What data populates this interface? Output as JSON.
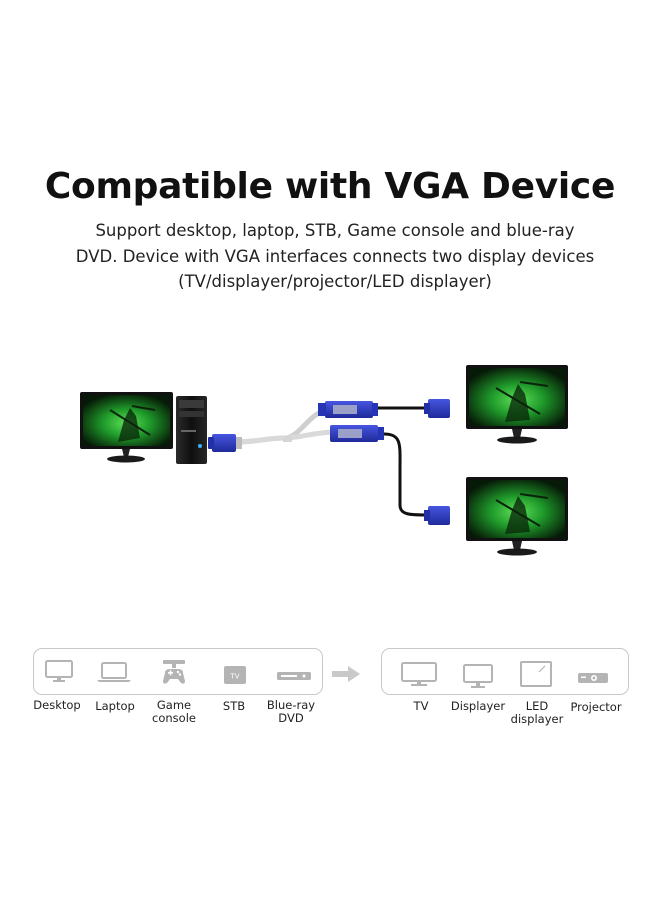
{
  "heading": {
    "title": "Compatible with VGA Device",
    "description_lines": [
      "Support desktop, laptop, STB, Game console and blue-ray",
      "DVD. Device with VGA interfaces connects two display devices",
      "(TV/displayer/projector/LED displayer)"
    ]
  },
  "source_devices": [
    {
      "label": "Desktop",
      "icon": "monitor-icon"
    },
    {
      "label": "Laptop",
      "icon": "laptop-icon"
    },
    {
      "label": "Game\nconsole",
      "icon": "game-console-icon"
    },
    {
      "label": "STB",
      "icon": "stb-icon",
      "icon_text": "TV"
    },
    {
      "label": "Blue-ray\nDVD",
      "icon": "dvd-player-icon"
    }
  ],
  "display_devices": [
    {
      "label": "TV",
      "icon": "tv-icon"
    },
    {
      "label": "Displayer",
      "icon": "displayer-icon"
    },
    {
      "label": "LED\ndisplayer",
      "icon": "led-displayer-icon"
    },
    {
      "label": "Projector",
      "icon": "projector-icon"
    }
  ],
  "colors": {
    "vga_connector": "#2b3bbd",
    "screen_glow": "#1f9a2a",
    "icon_gray": "#b4b4b4",
    "bar_border": "#c8c8c8"
  }
}
